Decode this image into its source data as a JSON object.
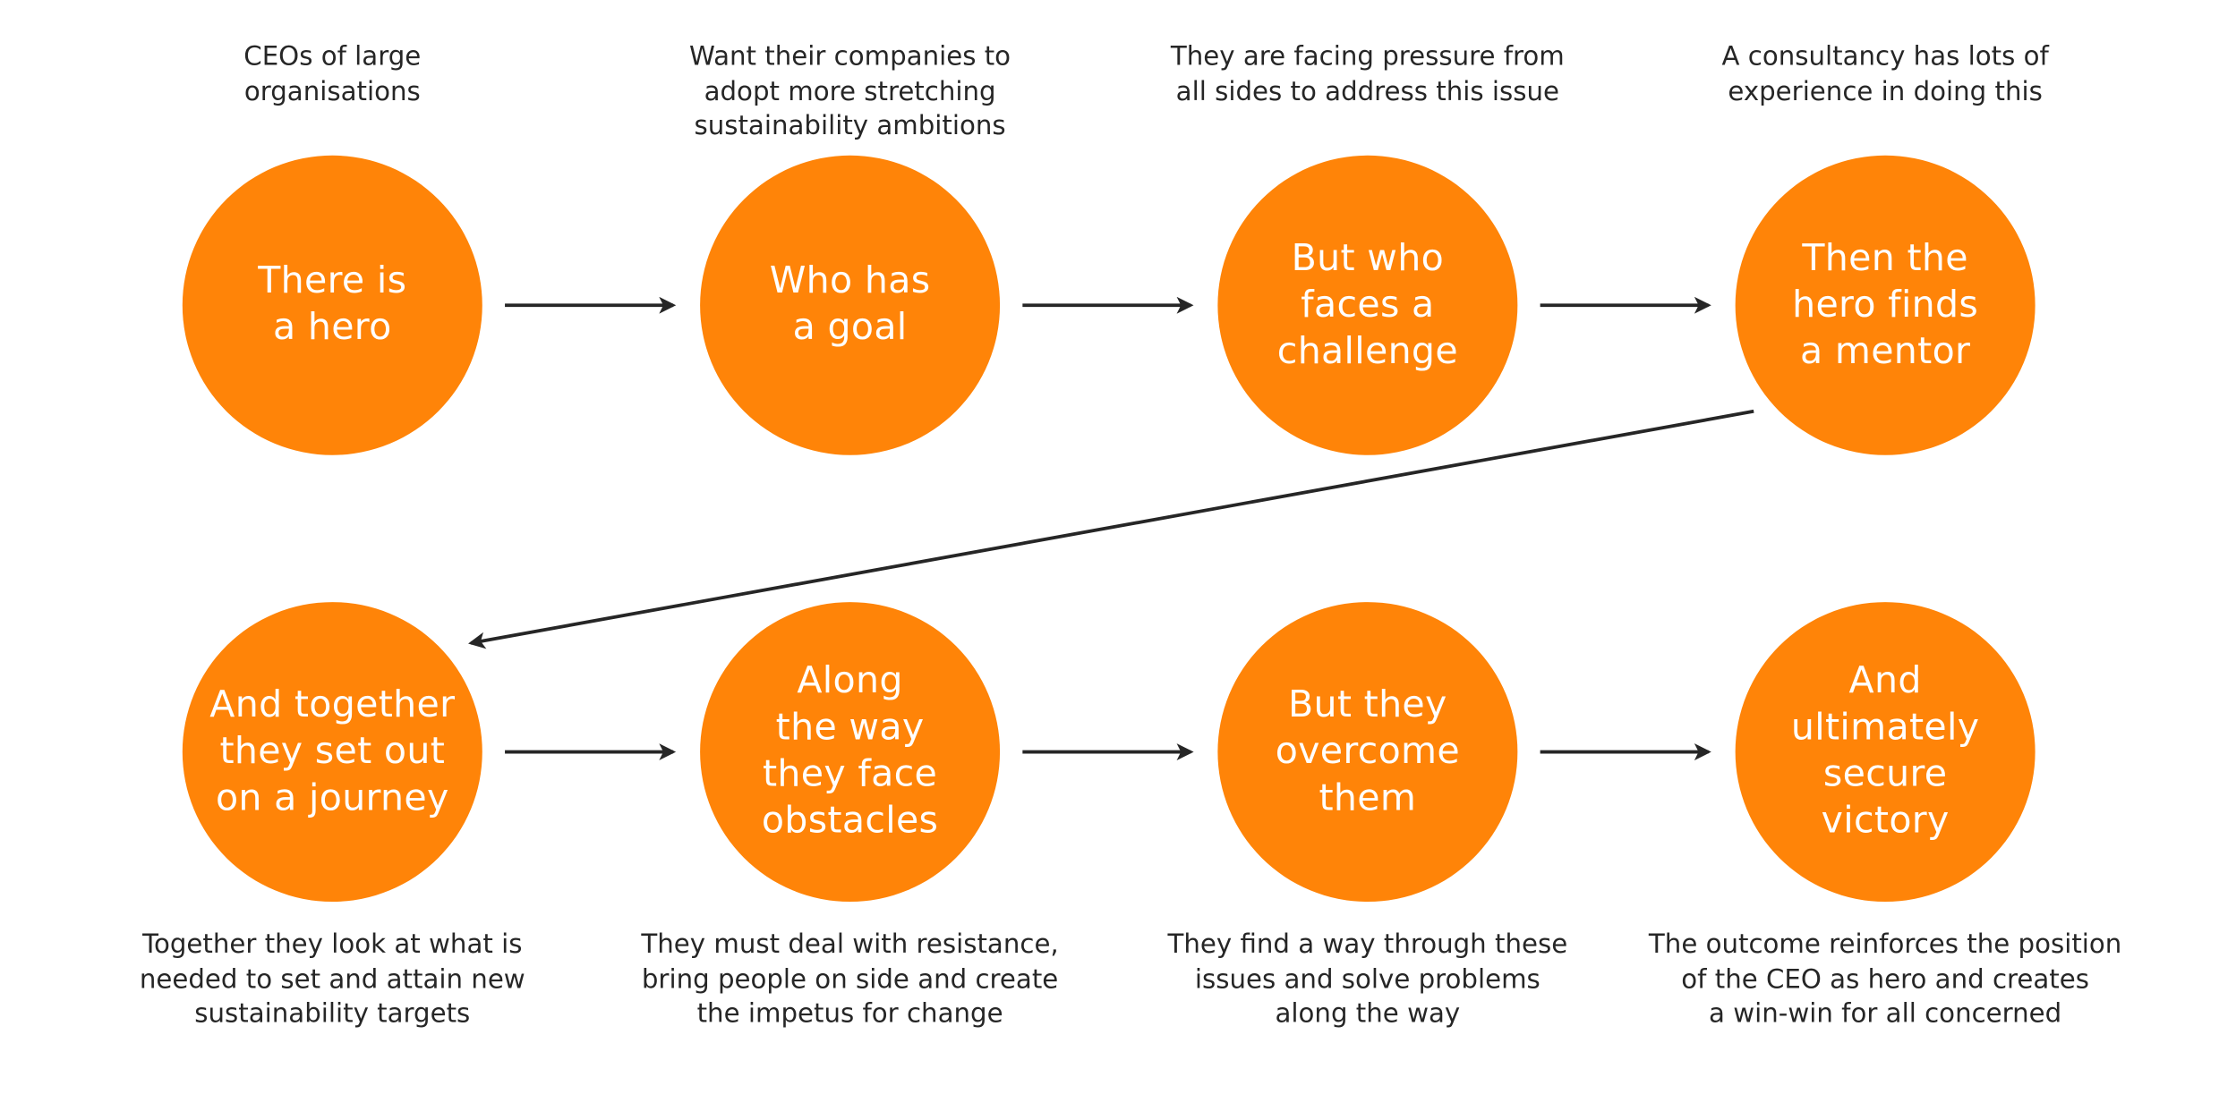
{
  "colors": {
    "circle_fill": "#ff8408",
    "circle_text": "#ffffff",
    "caption_text": "#262626",
    "arrow": "#262626"
  },
  "steps": [
    {
      "label": "There is\na hero",
      "caption": "CEOs of large\norganisations"
    },
    {
      "label": "Who has\na goal",
      "caption": "Want their companies to\nadopt more stretching\nsustainability ambitions"
    },
    {
      "label": "But who\nfaces a\nchallenge",
      "caption": "They are facing pressure from\nall sides to address this issue"
    },
    {
      "label": "Then the\nhero finds\na mentor",
      "caption": "A consultancy has lots of\nexperience in doing this"
    },
    {
      "label": "And together\nthey set out\non a journey",
      "caption": "Together they look at what is\nneeded to set and attain new\nsustainability targets"
    },
    {
      "label": "Along\nthe way\nthey face\nobstacles",
      "caption": "They must deal with resistance,\nbring people on side and create\nthe impetus for change"
    },
    {
      "label": "But they\novercome\nthem",
      "caption": "They find a way through these\nissues and solve problems\nalong the way"
    },
    {
      "label": "And\nultimately\nsecure\nvictory",
      "caption": "The outcome reinforces the position\nof the CEO as hero and creates\na win-win for all concerned"
    }
  ]
}
